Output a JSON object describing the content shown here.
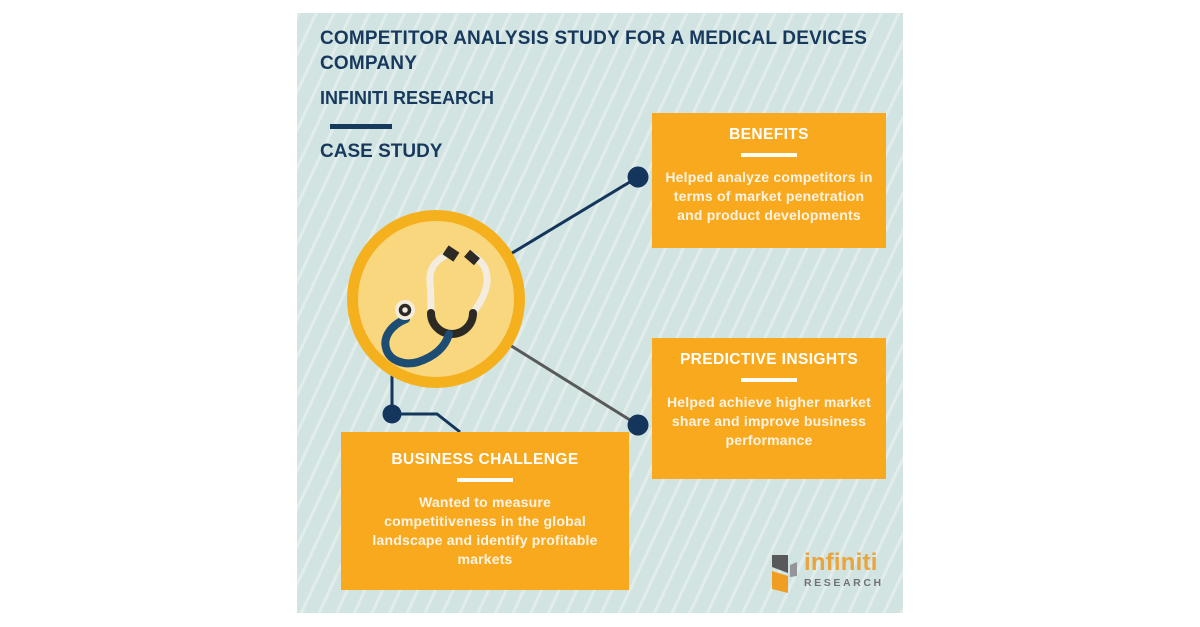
{
  "header": {
    "title": "COMPETITOR ANALYSIS STUDY FOR A MEDICAL DEVICES COMPANY",
    "brand": "INFINITI RESEARCH",
    "tag": "CASE STUDY"
  },
  "cards": {
    "benefits": {
      "title": "BENEFITS",
      "body": "Helped analyze competitors in terms of market penetration and product developments"
    },
    "predictive": {
      "title": "PREDICTIVE INSIGHTS",
      "body": "Helped achieve higher market share and improve business performance"
    },
    "challenge": {
      "title": "BUSINESS CHALLENGE",
      "body": "Wanted to measure competitiveness in the global landscape and identify profitable markets"
    }
  },
  "logo": {
    "name": "infiniti",
    "subname": "RESEARCH"
  },
  "icons": {
    "center": "stethoscope-icon",
    "logo": "infiniti-logo-icon"
  },
  "colors": {
    "teal_background": "#d2e4e1",
    "navy_text": "#17395e",
    "card_orange": "#f9a91d",
    "circle_ring": "#f5b01e",
    "circle_fill": "#f9d77e",
    "dot_navy": "#14365c",
    "connector_gray": "#58595b",
    "stethoscope_navy": "#1d4d73",
    "logo_orange": "#e9a43c"
  }
}
